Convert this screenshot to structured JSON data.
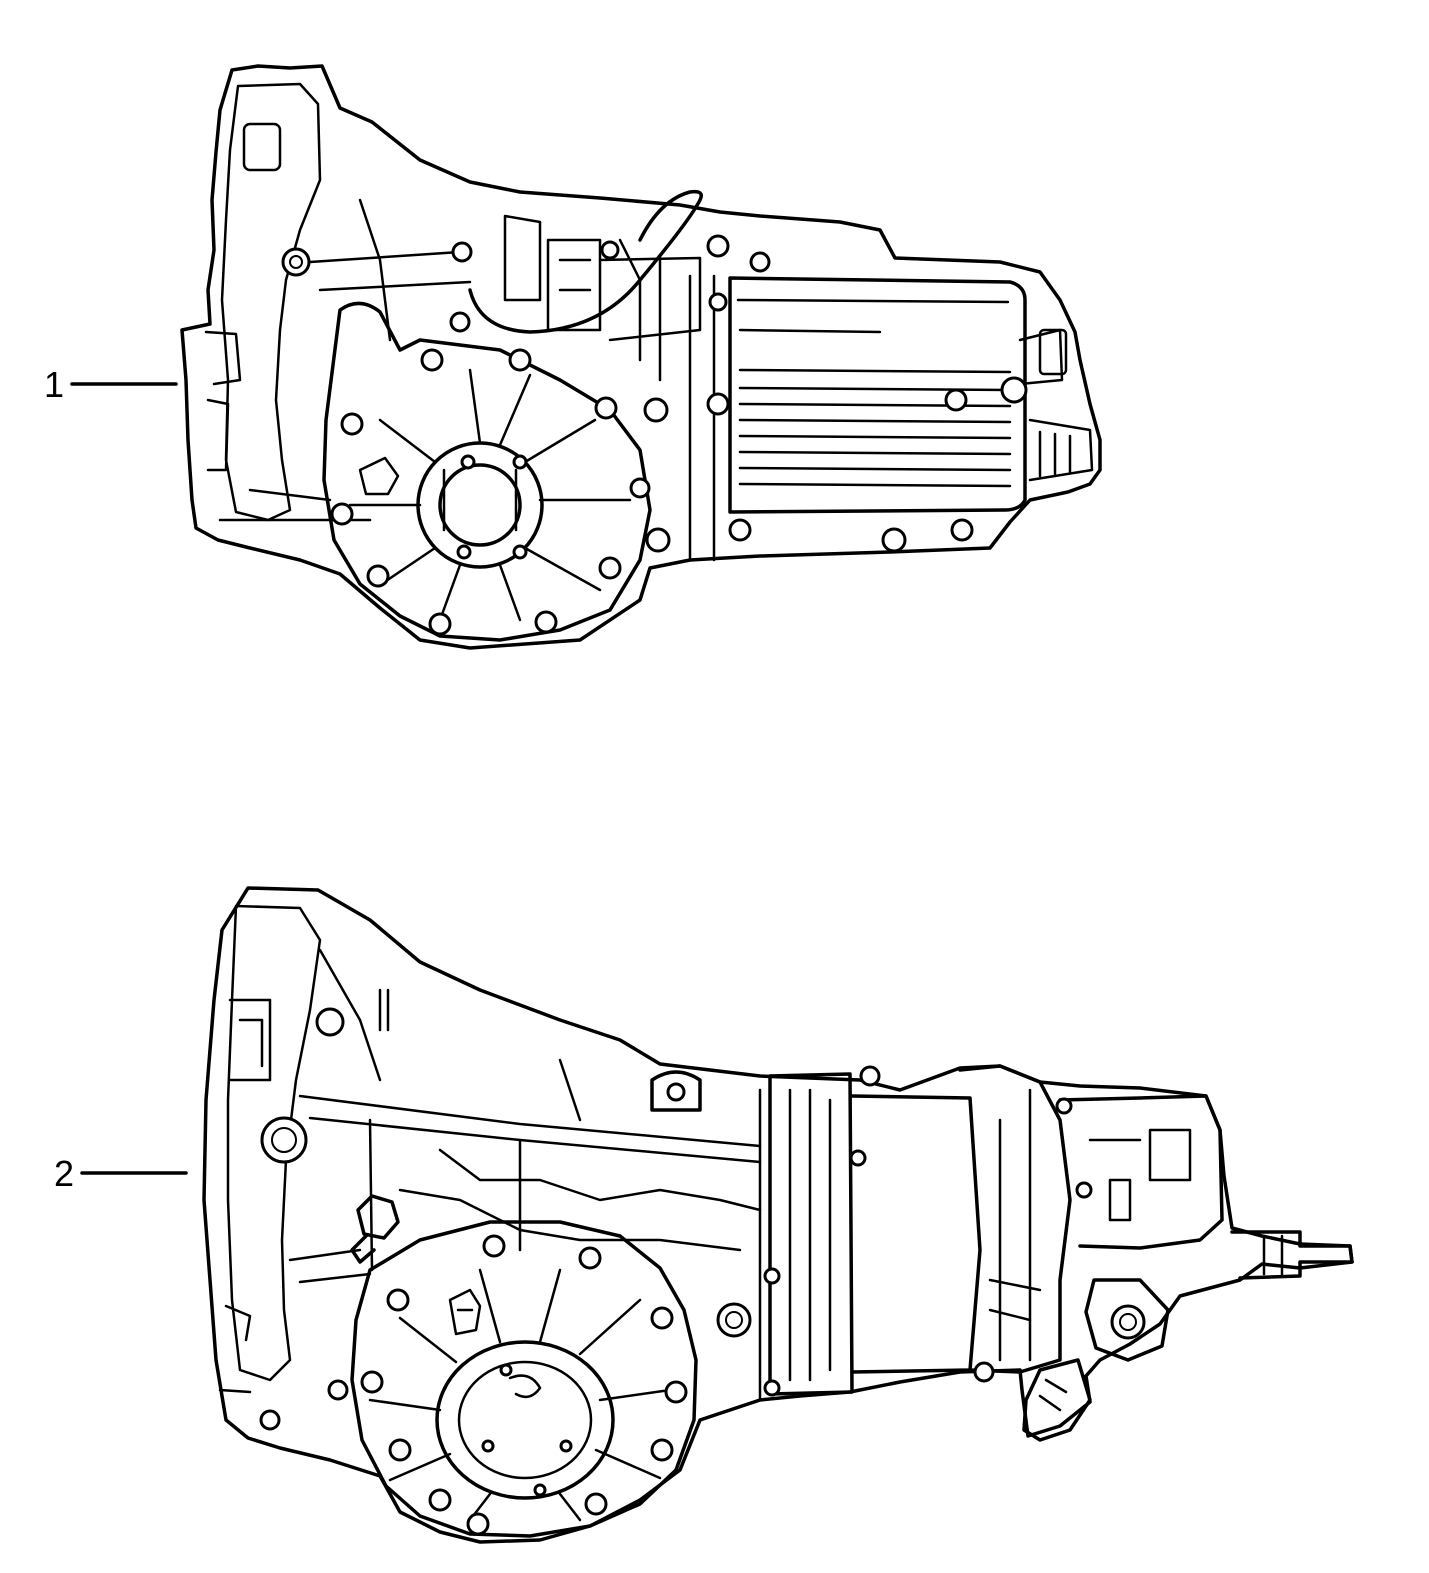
{
  "diagram": {
    "callouts": [
      {
        "id": "part-1",
        "label": "1"
      },
      {
        "id": "part-2",
        "label": "2"
      }
    ],
    "line_color": "#000000",
    "background": "#ffffff"
  }
}
